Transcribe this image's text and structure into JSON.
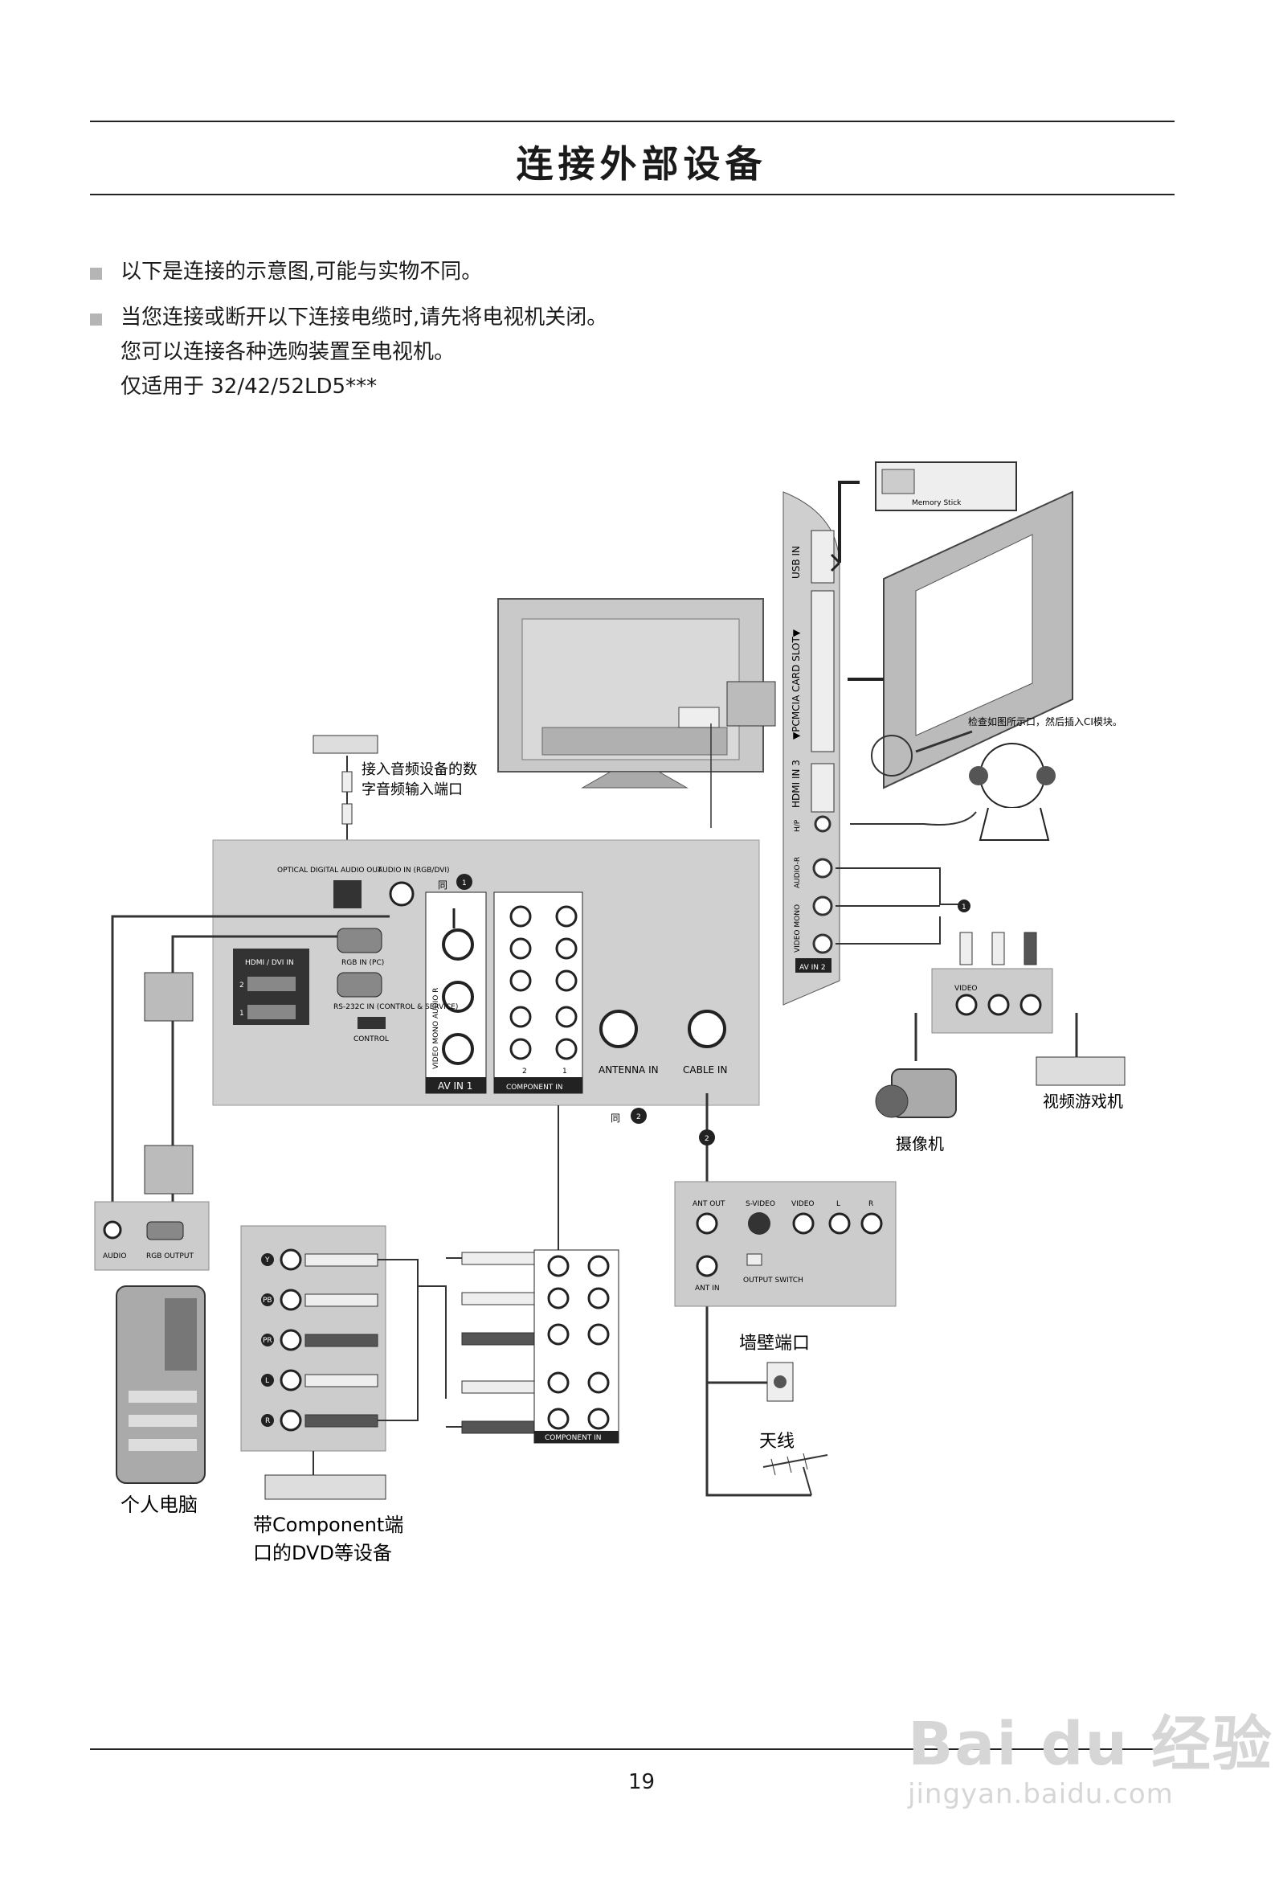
{
  "page": {
    "title": "连接外部设备",
    "notes": [
      "以下是连接的示意图,可能与实物不同。",
      "当您连接或断开以下连接电缆时,请先将电视机关闭。",
      "您可以连接各种选购装置至电视机。",
      "仅适用于 32/42/52LD5***"
    ],
    "page_number": "19",
    "watermark": "Bai du 经验",
    "watermark_url": "jingyan.baidu.com"
  },
  "diagram": {
    "side_panel": {
      "usb_in": "USB IN",
      "pcmcia": "▼PCMCIA CARD SLOT▼",
      "hdmi_in_3": "HDMI IN 3",
      "hp": "H/P",
      "audio_lr": "AUDIO-R",
      "video_mono": "VIDEO MONO",
      "av_in_2": "AV IN 2"
    },
    "memory_stick": "Memory Stick",
    "ci_note": "检查如图所示口，然后插入CI模块。",
    "optical_note": "接入音频设备的数字音频输入端口",
    "rear_panel": {
      "optical": "OPTICAL DIGITAL AUDIO OUT",
      "audio_in": "AUDIO IN (RGB/DVI)",
      "hdmi_dvi_in": "HDMI / DVI IN",
      "hdmi_2": "2",
      "hdmi_1": "1",
      "rgb_in": "RGB IN (PC)",
      "rs232": "RS-232C IN (CONTROL & SERVICE)",
      "control": "CONTROL",
      "av_in_1": "AV IN 1",
      "av_in_1_labels": "VIDEO MONO AUDIO R",
      "same_1": "同",
      "component_in": "COMPONENT IN",
      "comp_2": "2",
      "comp_1": "1",
      "antenna_in": "ANTENNA IN",
      "cable_in": "CABLE IN",
      "same_2": "同"
    },
    "pc": {
      "audio": "AUDIO",
      "rgb_output": "RGB OUTPUT",
      "label": "个人电脑"
    },
    "dvd": {
      "label_line1": "带Component端",
      "label_line2": "口的DVD等设备",
      "jacks": [
        "Y",
        "PB",
        "PR",
        "L",
        "R"
      ]
    },
    "av_source": {
      "video_label": "VIDEO",
      "camcorder": "摄像机",
      "game": "视频游戏机"
    },
    "settop": {
      "ant_out": "ANT OUT",
      "s_video": "S-VIDEO",
      "video": "VIDEO",
      "l": "L",
      "r": "R",
      "ant_in": "ANT IN",
      "output_switch": "OUTPUT SWITCH",
      "wall": "墙壁端口",
      "antenna": "天线"
    },
    "markers": [
      "1",
      "2"
    ]
  }
}
